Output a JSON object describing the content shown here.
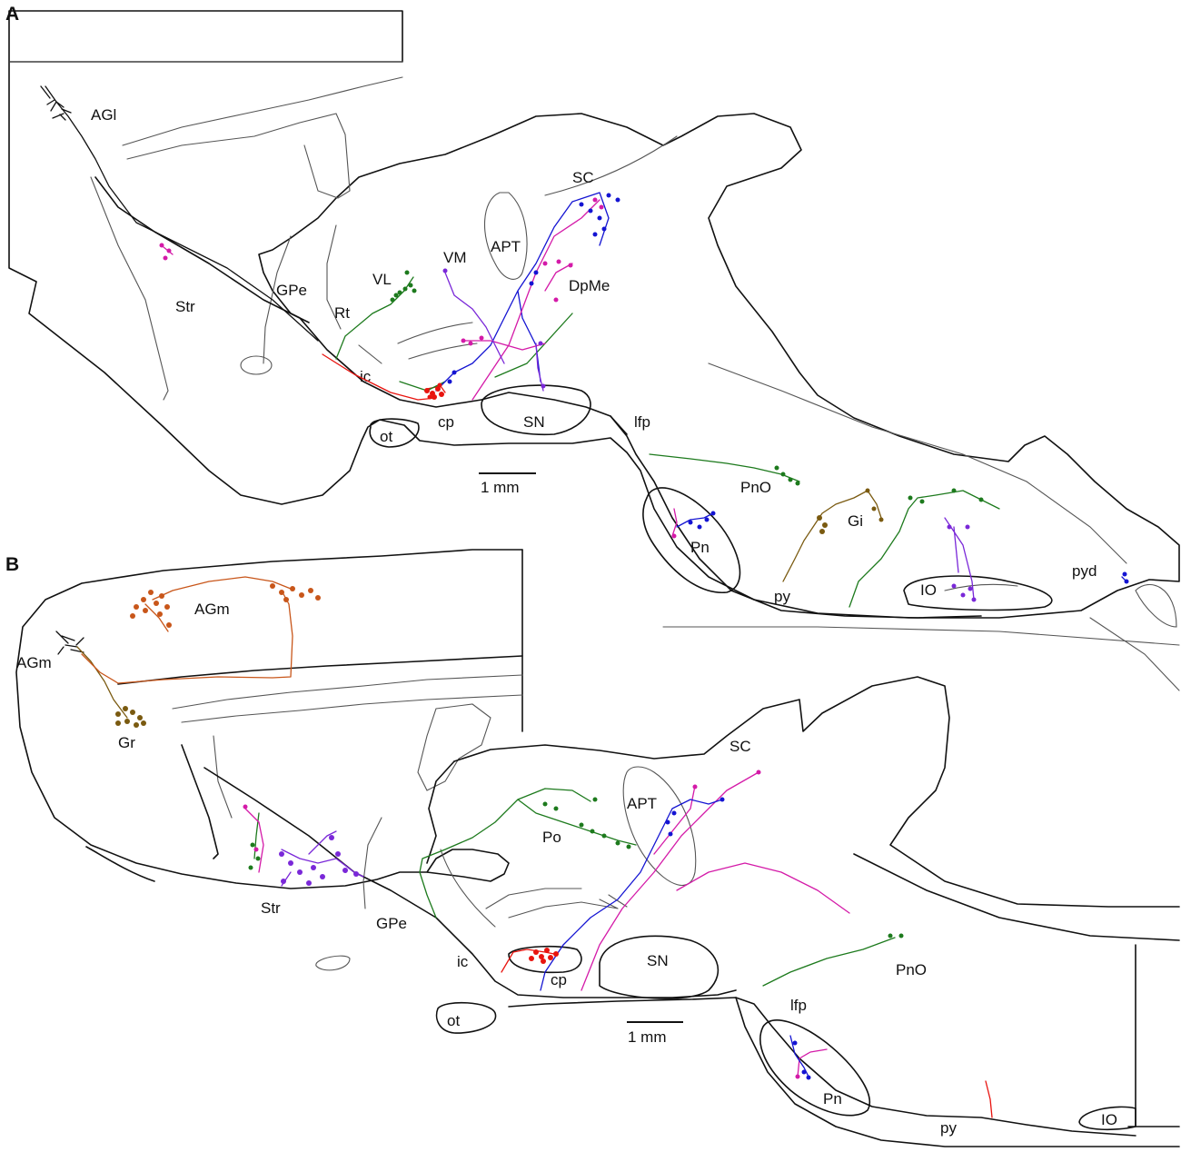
{
  "panels": {
    "a": {
      "letter": "A",
      "scale_bar": "1 mm",
      "labels": {
        "agl": "AGl",
        "str": "Str",
        "gpe": "GPe",
        "rt": "Rt",
        "vl": "VL",
        "vm": "VM",
        "apt": "APT",
        "sc": "SC",
        "dpme": "DpMe",
        "ic": "ic",
        "cp": "cp",
        "ot": "ot",
        "sn": "SN",
        "lfp": "lfp",
        "pno": "PnO",
        "pn": "Pn",
        "gi": "Gi",
        "py": "py",
        "io": "IO",
        "pyd": "pyd"
      }
    },
    "b": {
      "letter": "B",
      "scale_bar": "1 mm",
      "labels": {
        "agm_top": "AGm",
        "agm_left": "AGm",
        "gr": "Gr",
        "str": "Str",
        "gpe": "GPe",
        "po": "Po",
        "apt": "APT",
        "sc": "SC",
        "ic": "ic",
        "cp": "cp",
        "ot": "ot",
        "sn": "SN",
        "pno": "PnO",
        "lfp": "lfp",
        "pn": "Pn",
        "py": "py",
        "io": "IO"
      }
    }
  },
  "colors": {
    "black": "#111111",
    "red": "#e8140f",
    "green": "#1d7a1d",
    "blue": "#1414d2",
    "magenta": "#d41aa8",
    "purple": "#7a28d8",
    "olive": "#7a5a10",
    "orange": "#c8561a",
    "outline": "#111111",
    "inner": "#555555"
  }
}
